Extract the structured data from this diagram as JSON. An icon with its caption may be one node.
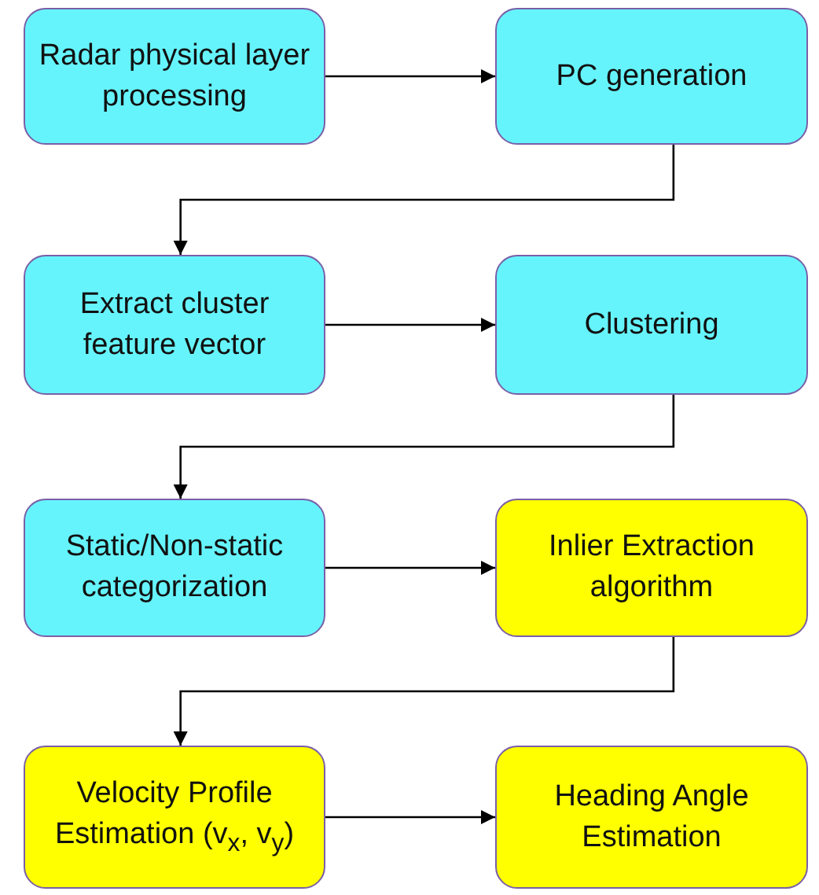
{
  "diagram": {
    "nodes": [
      {
        "text": [
          "Radar physical layer processing"
        ]
      },
      {
        "text": [
          "PC generation"
        ]
      },
      {
        "text": [
          "Extract cluster feature vector"
        ]
      },
      {
        "text": [
          "Clustering"
        ]
      },
      {
        "text": [
          "Static/Non-static categorization"
        ]
      },
      {
        "text": [
          "Inlier Extraction algorithm"
        ]
      },
      {
        "text": [
          "Velocity Profile Estimation (v$_{x}$, v$_{y}$)"
        ]
      },
      {
        "text": [
          "Heading Angle Estimation"
        ]
      }
    ],
    "edges": [
      {
        "from": 0,
        "to": 1,
        "arrow": "to"
      },
      {
        "from": 1,
        "to": 2,
        "arrow": "to"
      },
      {
        "from": 2,
        "to": 3,
        "arrow": "to"
      },
      {
        "from": 3,
        "to": 4,
        "arrow": "to"
      },
      {
        "from": 4,
        "to": 5,
        "arrow": "to"
      },
      {
        "from": 5,
        "to": 6,
        "arrow": "to"
      },
      {
        "from": 6,
        "to": 7,
        "arrow": "to"
      }
    ]
  }
}
